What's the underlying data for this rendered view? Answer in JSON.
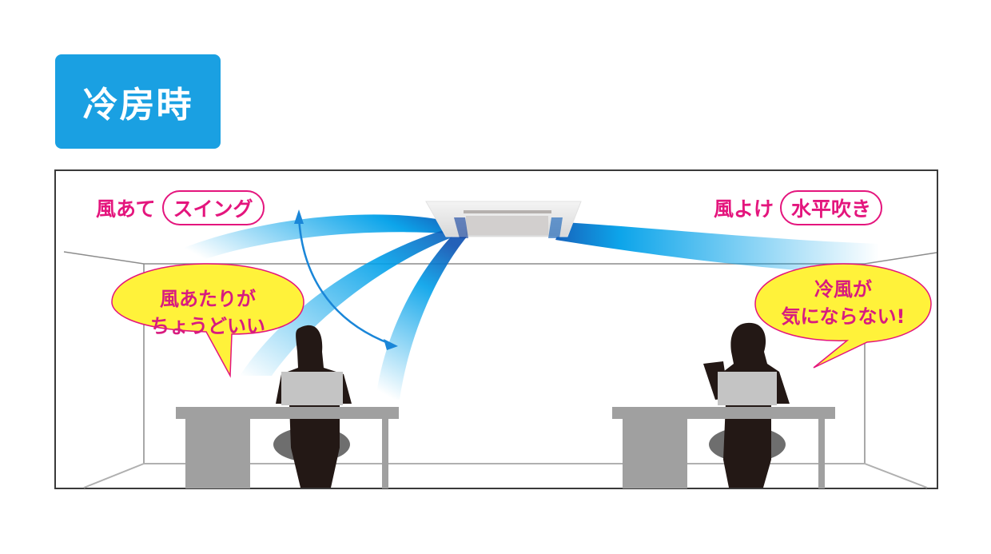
{
  "badge": {
    "title": "冷房時",
    "color": "#1aa0e2"
  },
  "left_zone": {
    "mode_prefix": "風あて",
    "mode_name": "スイング",
    "bubble_line1": "風あたりが",
    "bubble_line2": "ちょうどいい"
  },
  "right_zone": {
    "mode_prefix": "風よけ",
    "mode_name": "水平吹き",
    "bubble_line1": "冷風が",
    "bubble_line2": "気にならない!"
  },
  "colors": {
    "label_pink": "#e4157d",
    "bubble_yellow": "#fff23a",
    "airflow_blue": "#00a0e9",
    "airflow_dark": "#0a3c9c",
    "silhouette": "#231815",
    "desk_gray": "#a0a0a0"
  },
  "icons": {
    "air_conditioner": "ceiling-cassette-ac-icon",
    "swing_arrow": "double-headed-curved-arrow-icon",
    "person_left": "seated-woman-silhouette-icon",
    "person_right": "seated-person-with-document-silhouette-icon"
  }
}
